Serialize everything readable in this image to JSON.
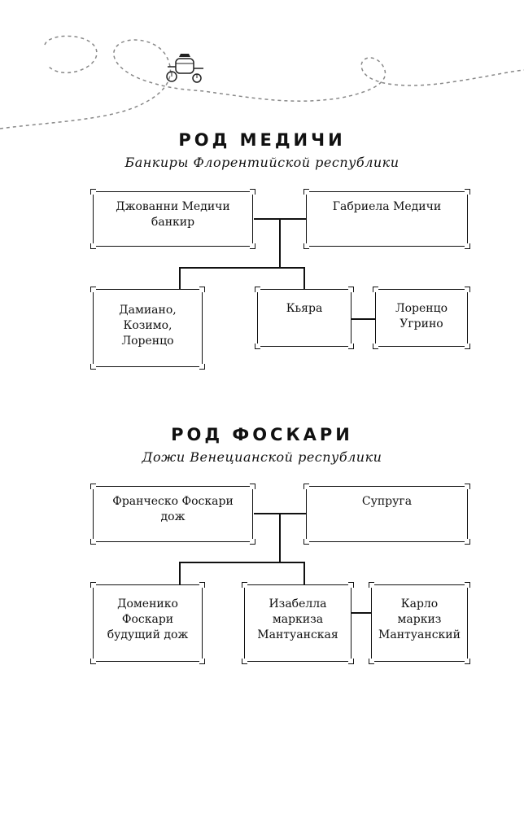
{
  "sections": [
    {
      "title": "РОД МЕДИЧИ",
      "subtitle": "Банкиры Флорентийской республики",
      "people": {
        "father": [
          "Джованни Медичи",
          "банкир"
        ],
        "mother": [
          "Габриела Медичи"
        ],
        "sons": [
          "Дамиано,",
          "Козимо,",
          "Лоренцо"
        ],
        "daughter": [
          "Кьяра"
        ],
        "spouse": [
          "Лоренцо",
          "Угрино"
        ]
      }
    },
    {
      "title": "РОД ФОСКАРИ",
      "subtitle": "Дожи Венецианской республики",
      "people": {
        "father": [
          "Франческо Фоскари",
          "дож"
        ],
        "mother": [
          "Супруга"
        ],
        "son": [
          "Доменико",
          "Фоскари",
          "будущий дож"
        ],
        "daughter": [
          "Изабелла",
          "маркиза",
          "Мантуанская"
        ],
        "spouse": [
          "Карло",
          "маркиз",
          "Мантуанский"
        ]
      }
    }
  ]
}
